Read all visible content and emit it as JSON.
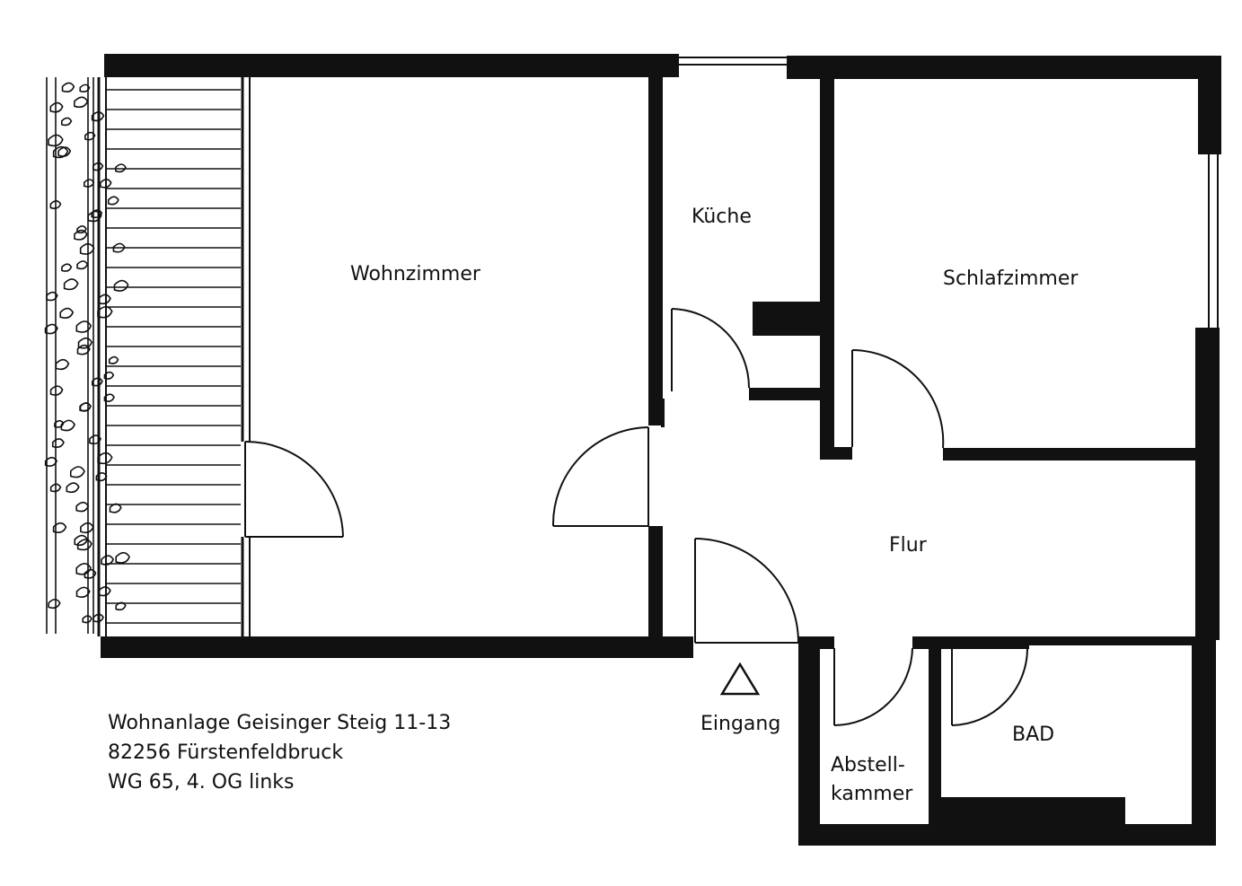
{
  "rooms": {
    "wohnzimmer": "Wohnzimmer",
    "kueche": "Küche",
    "schlafzimmer": "Schlafzimmer",
    "flur": "Flur",
    "bad": "BAD",
    "abstell_line1": "Abstell-",
    "abstell_line2": "kammer"
  },
  "entrance": {
    "label": "Eingang",
    "icon": "triangle-marker-icon"
  },
  "address": {
    "line1": "Wohnanlage Geisinger Steig 11-13",
    "line2": "82256 Fürstenfeldbruck",
    "line3": "WG 65, 4. OG links"
  },
  "colors": {
    "wall": "#111111",
    "background": "#ffffff"
  }
}
